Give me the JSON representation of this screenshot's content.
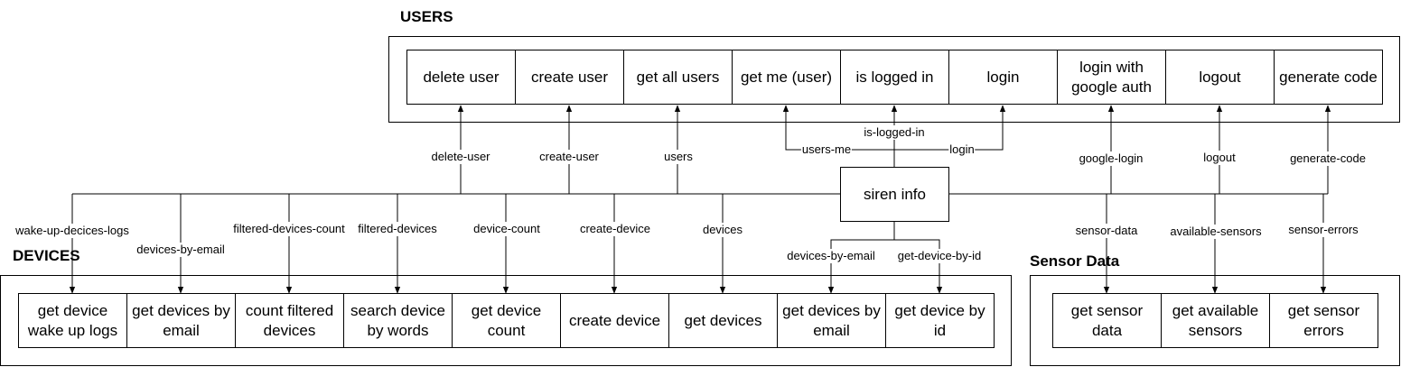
{
  "groups": {
    "users": "USERS",
    "devices": "DEVICES",
    "sensors": "Sensor Data"
  },
  "center": "siren info",
  "users_nodes": [
    "delete user",
    "create user",
    "get all users",
    "get me (user)",
    "is logged in",
    "login",
    "login with google auth",
    "logout",
    "generate code"
  ],
  "devices_nodes": [
    "get device wake up logs",
    "get devices by email",
    "count filtered devices",
    "search device by words",
    "get device count",
    "create device",
    "get devices",
    "get devices by email",
    "get device by id"
  ],
  "sensor_nodes": [
    "get sensor data",
    "get available sensors",
    "get sensor errors"
  ],
  "edges": {
    "delete_user": "delete-user",
    "create_user": "create-user",
    "users": "users",
    "users_me": "users-me",
    "is_logged_in": "is-logged-in",
    "login": "login",
    "google_login": "google-login",
    "logout": "logout",
    "generate_code": "generate-code",
    "wake_up_logs": "wake-up-decices-logs",
    "devices_by_email_left": "devices-by-email",
    "filtered_devices_count": "filtered-devices-count",
    "filtered_devices": "filtered-devices",
    "device_count": "device-count",
    "create_device": "create-device",
    "devices": "devices",
    "devices_by_email_right": "devices-by-email",
    "get_device_by_id": "get-device-by-id",
    "sensor_data": "sensor-data",
    "available_sensors": "available-sensors",
    "sensor_errors": "sensor-errors"
  }
}
